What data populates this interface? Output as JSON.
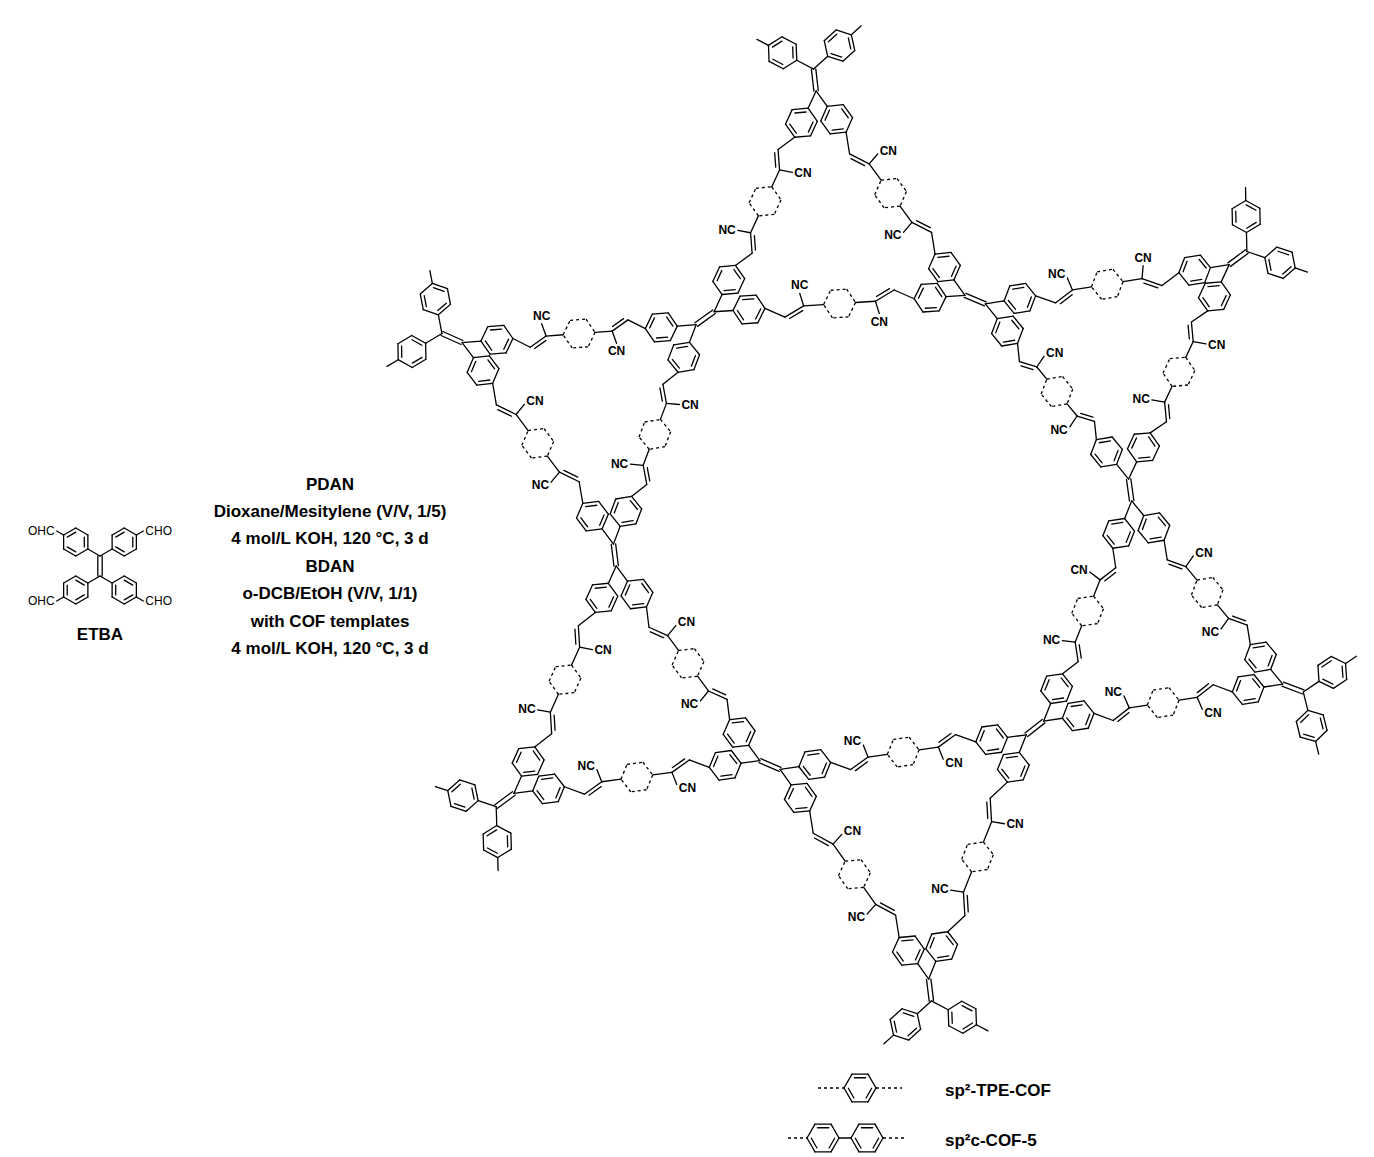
{
  "diagram": {
    "labels": [
      "OHC",
      "CHO",
      "OHC",
      "CHO",
      "ETBA",
      "PDAN",
      "Dioxane/Mesitylene (V/V, 1/5)",
      "4 mol/L KOH, 120 °C, 3 d",
      "BDAN",
      "o-DCB/EtOH (V/V, 1/1)",
      "with COF templates",
      "4 mol/L KOH, 120 °C, 3 d",
      "CN",
      "NC",
      "CN",
      "NC",
      "NC",
      "CN",
      "CN",
      "NC",
      "NC",
      "CN",
      "CN",
      "NC",
      "NC",
      "CN",
      "CN",
      "NC",
      "CN",
      "NC",
      "CN",
      "NC",
      "NC",
      "CN",
      "CN",
      "NC",
      "CN",
      "NC",
      "CN",
      "NC",
      "NC",
      "CN",
      "CN",
      "NC",
      "NC",
      "CN",
      "CN",
      "NC"
    ],
    "legend": [
      {
        "text": "sp²-TPE-COF"
      },
      {
        "text": "sp²c-COF-5"
      }
    ]
  }
}
